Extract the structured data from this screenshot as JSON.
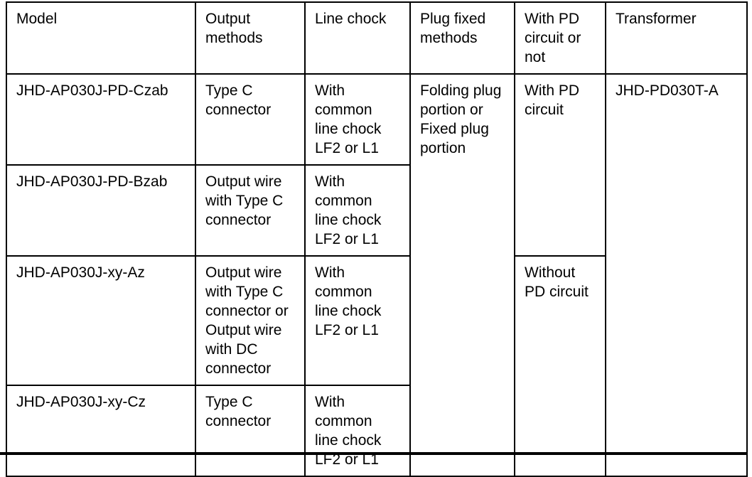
{
  "table": {
    "headers": [
      "Model",
      "Output\nmethods",
      "Line chock",
      "Plug fixed\nmethods",
      "With PD\ncircuit or\nnot",
      "Transformer"
    ],
    "rows": [
      {
        "model": "JHD-AP030J-PD-Czab",
        "output_methods": "Type C\nconnector",
        "line_chock": "With\ncommon\nline chock\nLF2 or L1",
        "plug_fixed_methods": "Folding plug\nportion or\nFixed plug\nportion",
        "pd_circuit": "With PD\ncircuit",
        "transformer": "JHD-PD030T-A"
      },
      {
        "model": "JHD-AP030J-PD-Bzab",
        "output_methods": "Output wire\nwith Type C\nconnector",
        "line_chock": "With\ncommon\nline chock\nLF2 or L1"
      },
      {
        "model": "JHD-AP030J-xy-Az",
        "output_methods": "Output wire\nwith Type C\nconnector or\nOutput wire\nwith DC\nconnector",
        "line_chock": "With\ncommon\nline chock\nLF2 or L1",
        "pd_circuit": "Without\nPD circuit"
      },
      {
        "model": "JHD-AP030J-xy-Cz",
        "output_methods": "Type C\nconnector",
        "line_chock": "With\ncommon\nline chock\nLF2 or L1"
      }
    ],
    "colors": {
      "border": "#000000",
      "text": "#000000",
      "background": "#ffffff"
    }
  }
}
